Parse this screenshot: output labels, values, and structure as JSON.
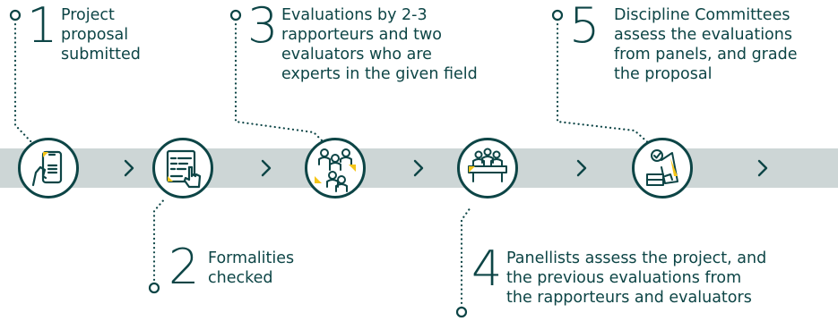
{
  "colors": {
    "primary": "#0d4546",
    "band": "#cdd6d6",
    "accent": "#f5c518",
    "background": "#ffffff"
  },
  "steps": [
    {
      "number": "1",
      "label": "Project\nproposal\nsubmitted",
      "icon": "tablet-hand-icon"
    },
    {
      "number": "2",
      "label": "Formalities\nchecked",
      "icon": "checklist-hand-icon"
    },
    {
      "number": "3",
      "label": "Evaluations by 2-3\nrapporteurs and two\nevaluators who are\nexperts in the given field",
      "icon": "rapporteurs-group-icon"
    },
    {
      "number": "4",
      "label": "Panellists assess the project, and\nthe previous evaluations from\nthe rapporteurs and evaluators",
      "icon": "panel-table-icon"
    },
    {
      "number": "5",
      "label": "Discipline Committees\nassess the evaluations\nfrom panels, and grade\nthe proposal",
      "icon": "committee-grade-icon"
    }
  ]
}
